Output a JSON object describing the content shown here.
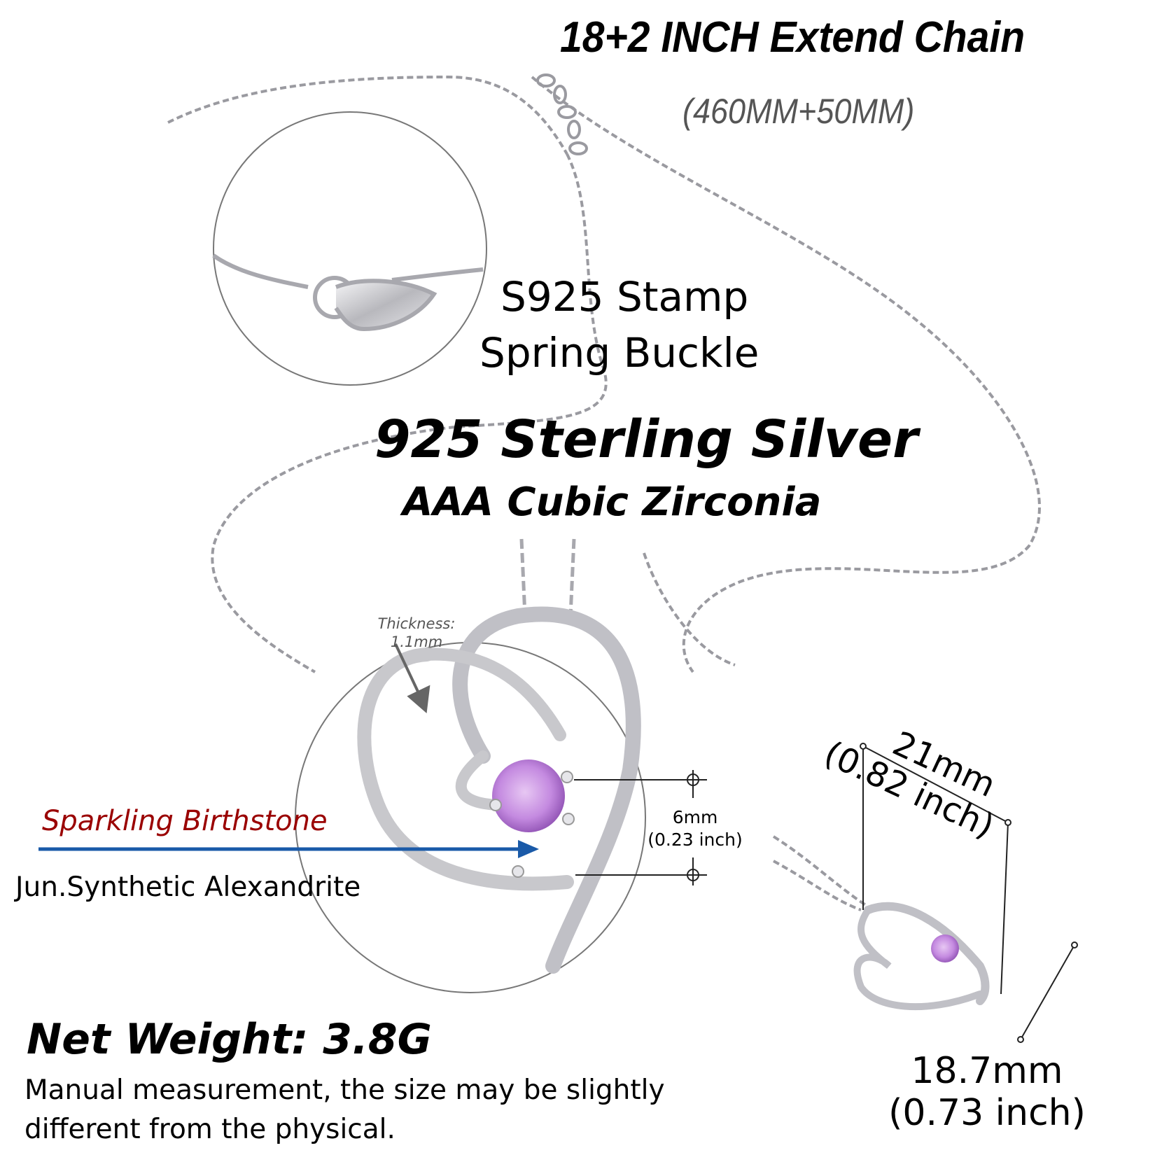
{
  "header": {
    "title": "18+2 INCH Extend Chain",
    "subtitle": "(460MM+50MM)"
  },
  "clasp": {
    "line1": "S925 Stamp",
    "line2": "Spring Buckle"
  },
  "material": {
    "line1": "925 Sterling Silver",
    "line2": "AAA Cubic Zirconia"
  },
  "pendant": {
    "thickness_label": "Thickness:",
    "thickness_value": "1.1mm",
    "stone_size_mm": "6mm",
    "stone_size_in": "(0.23 inch)"
  },
  "birthstone": {
    "label": "Sparkling Birthstone",
    "name": "Jun.Synthetic Alexandrite",
    "label_color": "#9a0000",
    "arrow_color": "#1a5aa8"
  },
  "dimensions": {
    "width_mm": "21mm",
    "width_in": "(0.82 inch)",
    "height_mm": "18.7mm",
    "height_in": "(0.73 inch)"
  },
  "weight": {
    "label": "Net Weight: 3.8G"
  },
  "disclaimer": {
    "line1": "Manual measurement, the size may be slightly",
    "line2": "different from the physical."
  },
  "colors": {
    "stone": "#c48ae0",
    "silver": "#c8c8cc",
    "circle_outline": "#777777"
  }
}
